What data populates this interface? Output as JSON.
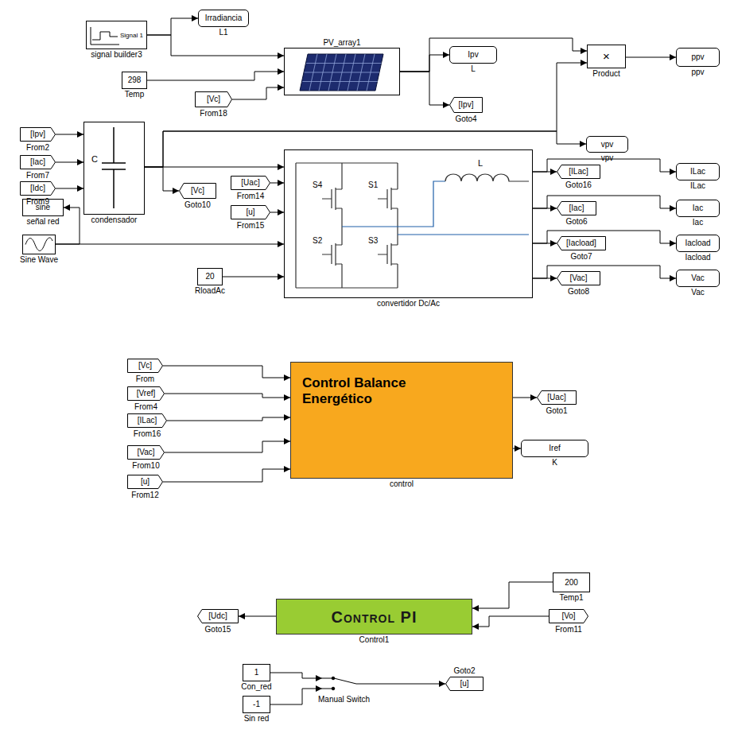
{
  "diagram": {
    "nodes": [
      {
        "text": [
          "Signal 1",
          "signal builder3"
        ]
      },
      {
        "text": [
          "Irradiancia",
          "L1"
        ]
      },
      {
        "text": [
          "PV_array1"
        ]
      },
      {
        "text": [
          "298",
          "Temp"
        ]
      },
      {
        "text": [
          "[Vc]",
          "From18"
        ]
      },
      {
        "text": [
          "Ipv",
          "L"
        ]
      },
      {
        "text": [
          "[Ipv]",
          "Goto4"
        ]
      },
      {
        "text": [
          "×",
          "Product"
        ]
      },
      {
        "text": [
          "ppv",
          "ppv"
        ]
      },
      {
        "text": [
          "[Ipv]",
          "From2"
        ]
      },
      {
        "text": [
          "[Iac]",
          "From7"
        ]
      },
      {
        "text": [
          "[Idc]",
          "From9"
        ]
      },
      {
        "text": [
          "C",
          "condensador"
        ]
      },
      {
        "text": [
          "vpv",
          "vpv"
        ]
      },
      {
        "text": [
          "[Vc]",
          "Goto10"
        ]
      },
      {
        "text": [
          "[Uac]",
          "From14"
        ]
      },
      {
        "text": [
          "[u]",
          "From15"
        ]
      },
      {
        "text": [
          "L",
          "S4",
          "S1",
          "S2",
          "S3",
          "convertidor Dc/Ac"
        ]
      },
      {
        "text": [
          "sine",
          "señal red"
        ]
      },
      {
        "text": [
          "Sine Wave"
        ]
      },
      {
        "text": [
          "20",
          "RloadAc"
        ]
      },
      {
        "text": [
          "[ILac]",
          "Goto16"
        ]
      },
      {
        "text": [
          "ILac",
          "ILac"
        ]
      },
      {
        "text": [
          "[Iac]",
          "Goto6"
        ]
      },
      {
        "text": [
          "Iac",
          "Iac"
        ]
      },
      {
        "text": [
          "[Iacload]",
          "Goto7"
        ]
      },
      {
        "text": [
          "Iacload",
          "Iacload"
        ]
      },
      {
        "text": [
          "[Vac]",
          "Goto8"
        ]
      },
      {
        "text": [
          "Vac",
          "Vac"
        ]
      },
      {
        "text": [
          "[Vc]",
          "From"
        ]
      },
      {
        "text": [
          "[Vref]",
          "From4"
        ]
      },
      {
        "text": [
          "[ILac]",
          "From16"
        ]
      },
      {
        "text": [
          "[Vac]",
          "From10"
        ]
      },
      {
        "text": [
          "[u]",
          "From12"
        ]
      },
      {
        "text": [
          "Control Balance Energético",
          "control"
        ]
      },
      {
        "text": [
          "[Uac]",
          "Goto1"
        ]
      },
      {
        "text": [
          "Iref",
          "K"
        ]
      },
      {
        "text": [
          "Control PI",
          "Control1"
        ]
      },
      {
        "text": [
          "200",
          "Temp1"
        ]
      },
      {
        "text": [
          "[Vo]",
          "From11"
        ]
      },
      {
        "text": [
          "[Udc]",
          "Goto15"
        ]
      },
      {
        "text": [
          "1",
          "Con_red"
        ]
      },
      {
        "text": [
          "-1",
          "Sin red"
        ]
      },
      {
        "text": [
          "Manual Switch"
        ]
      },
      {
        "text": [
          "[u]",
          "Goto2"
        ]
      }
    ],
    "edges": [
      {
        "from": 0,
        "to": 1,
        "arrow": "to"
      },
      {
        "from": 0,
        "to": 2,
        "arrow": "to"
      },
      {
        "from": 3,
        "to": 2,
        "arrow": "to"
      },
      {
        "from": 4,
        "to": 2,
        "arrow": "to"
      },
      {
        "from": 2,
        "to": 5,
        "arrow": "to"
      },
      {
        "from": 2,
        "to": 6,
        "arrow": "to"
      },
      {
        "from": 2,
        "to": 7,
        "arrow": "to"
      },
      {
        "from": 7,
        "to": 8,
        "arrow": "to"
      },
      {
        "from": 9,
        "to": 12,
        "arrow": "to"
      },
      {
        "from": 10,
        "to": 12,
        "arrow": "to"
      },
      {
        "from": 11,
        "to": 12,
        "arrow": "to"
      },
      {
        "from": 12,
        "to": 7,
        "arrow": "to"
      },
      {
        "from": 12,
        "to": 13,
        "arrow": "to"
      },
      {
        "from": 12,
        "to": 14,
        "arrow": "to"
      },
      {
        "from": 12,
        "to": 17,
        "arrow": "to"
      },
      {
        "from": 15,
        "to": 17,
        "arrow": "to"
      },
      {
        "from": 16,
        "to": 17,
        "arrow": "to"
      },
      {
        "from": 19,
        "to": 18,
        "arrow": "to"
      },
      {
        "from": 19,
        "to": 17,
        "arrow": "to"
      },
      {
        "from": 20,
        "to": 17,
        "arrow": "to"
      },
      {
        "from": 17,
        "to": 21,
        "arrow": "to"
      },
      {
        "from": 17,
        "to": 22,
        "arrow": "to"
      },
      {
        "from": 17,
        "to": 23,
        "arrow": "to"
      },
      {
        "from": 17,
        "to": 24,
        "arrow": "to"
      },
      {
        "from": 17,
        "to": 25,
        "arrow": "to"
      },
      {
        "from": 17,
        "to": 26,
        "arrow": "to"
      },
      {
        "from": 17,
        "to": 27,
        "arrow": "to"
      },
      {
        "from": 17,
        "to": 28,
        "arrow": "to"
      },
      {
        "from": 29,
        "to": 34,
        "arrow": "to"
      },
      {
        "from": 30,
        "to": 34,
        "arrow": "to"
      },
      {
        "from": 31,
        "to": 34,
        "arrow": "to"
      },
      {
        "from": 32,
        "to": 34,
        "arrow": "to"
      },
      {
        "from": 33,
        "to": 34,
        "arrow": "to"
      },
      {
        "from": 34,
        "to": 35,
        "arrow": "to"
      },
      {
        "from": 34,
        "to": 36,
        "arrow": "to"
      },
      {
        "from": 38,
        "to": 37,
        "arrow": "to"
      },
      {
        "from": 39,
        "to": 37,
        "arrow": "to"
      },
      {
        "from": 37,
        "to": 40,
        "arrow": "to"
      },
      {
        "from": 41,
        "to": 43,
        "arrow": "to"
      },
      {
        "from": 42,
        "to": 43,
        "arrow": "to"
      },
      {
        "from": 43,
        "to": 44,
        "arrow": "to"
      }
    ]
  }
}
